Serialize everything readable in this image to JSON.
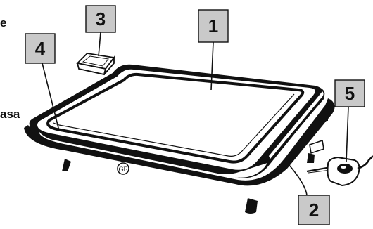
{
  "callouts": {
    "c1": "1",
    "c2": "2",
    "c3": "3",
    "c4": "4",
    "c5": "5"
  },
  "margin_text": {
    "top_left": "e",
    "mid_left": "asa"
  },
  "colors": {
    "callout_fill": "#c9c9c9",
    "outline": "#111111",
    "background": "#ffffff"
  },
  "icons": {
    "appliance": "electric-griddle-drawing",
    "brand_logo": "ge-logo",
    "dish": "small-tray",
    "control": "temperature-control-probe"
  }
}
